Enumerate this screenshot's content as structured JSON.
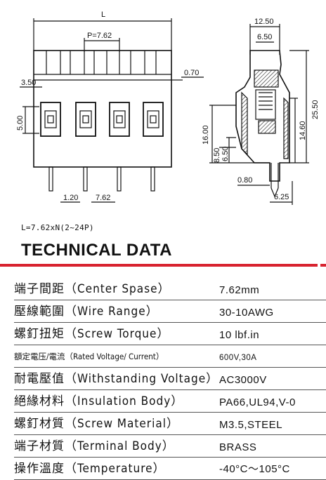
{
  "drawing": {
    "dim_L": "L",
    "dim_pitch": "P=7.62",
    "dim_3_50": "3.50",
    "dim_0_70": "0.70",
    "dim_5_00": "5.00",
    "dim_1_20": "1.20",
    "dim_7_62": "7.62",
    "dim_12_50": "12.50",
    "dim_6_50_top": "6.50",
    "dim_25_50": "25.50",
    "dim_16_00": "16.00",
    "dim_14_60": "14.60",
    "dim_8_50": "8.50",
    "dim_6_50_side": "6.50",
    "dim_0_80": "0.80",
    "dim_6_25": "6.25"
  },
  "formula": "L=7.62xN(2~24P)",
  "heading": "TECHNICAL DATA",
  "specs": [
    {
      "label": "端子間距（Center Spase）",
      "value": "7.62mm",
      "small": false
    },
    {
      "label": "壓線範圍（Wire Range）",
      "value": "30-10AWG",
      "small": false
    },
    {
      "label": "螺釘扭矩（Screw Torque）",
      "value": "10 lbf.in",
      "small": false
    },
    {
      "label": "額定電压/電流（Rated Voltage/ Current）",
      "value": "600V,30A",
      "small": true
    },
    {
      "label": "耐電壓值（Withstanding Voltage）",
      "value": "AC3000V",
      "small": false
    },
    {
      "label": "絕緣材料（Insulation Body）",
      "value": "PA66,UL94,V-0",
      "small": false
    },
    {
      "label": "螺釘材質（Screw Material）",
      "value": "M3.5,STEEL",
      "small": false
    },
    {
      "label": "端子材質（Terminal Body）",
      "value": "BRASS",
      "small": false
    },
    {
      "label": "操作溫度（Temperature）",
      "value": "-40°C～105°C",
      "small": false
    }
  ]
}
